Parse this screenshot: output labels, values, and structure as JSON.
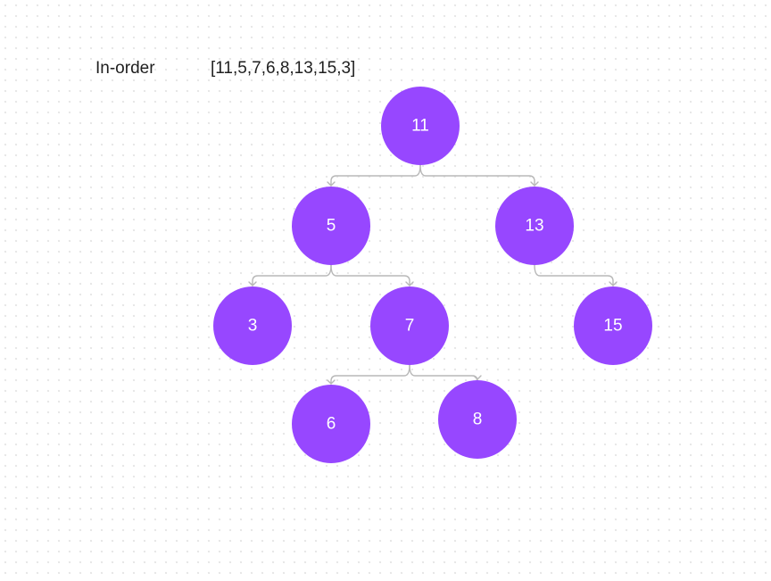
{
  "traversal": {
    "caption": "In-order",
    "sequence": "[11,5,7,6,8,13,15,3]"
  },
  "tree": {
    "node_color": "#9747ff",
    "edge_color": "#b8b8b8",
    "nodes": [
      {
        "id": "n11",
        "value": "11",
        "parent": null
      },
      {
        "id": "n5",
        "value": "5",
        "parent": "n11"
      },
      {
        "id": "n13",
        "value": "13",
        "parent": "n11"
      },
      {
        "id": "n3",
        "value": "3",
        "parent": "n5"
      },
      {
        "id": "n7",
        "value": "7",
        "parent": "n5"
      },
      {
        "id": "n15",
        "value": "15",
        "parent": "n13"
      },
      {
        "id": "n6",
        "value": "6",
        "parent": "n7"
      },
      {
        "id": "n8",
        "value": "8",
        "parent": "n7"
      }
    ]
  }
}
